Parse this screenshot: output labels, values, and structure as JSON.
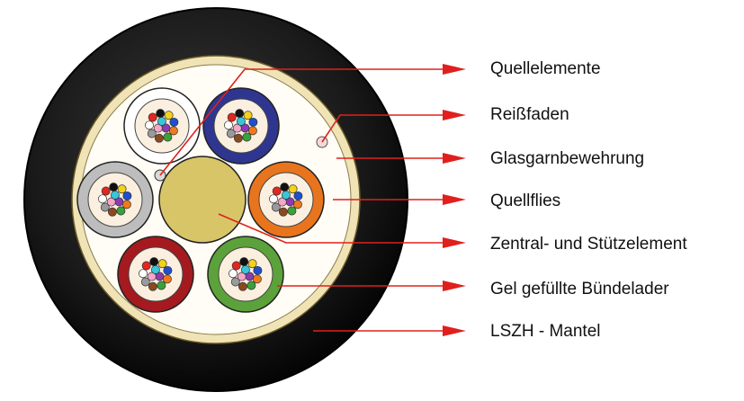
{
  "labels": [
    "Quellelemente",
    "Reißfaden",
    "Glasgarnbewehrung",
    "Quellflies",
    "Zentral- und Stützelement",
    "Gel gefüllte Bündelader",
    "LSZH - Mantel"
  ],
  "colors": {
    "jacket": "#0d0d0d",
    "armor": "#f0e3b6",
    "swell_tape": "#fffdf5",
    "central_member": "#d8c567",
    "leader_line": "#e0201c",
    "tube_white": "#ffffff",
    "tube_blue": "#2e3690",
    "tube_orange": "#e8741e",
    "tube_gray": "#bdbdbd",
    "tube_red": "#a51a1f",
    "tube_green": "#5ca23a",
    "tube_gel": "#fbefe0"
  }
}
